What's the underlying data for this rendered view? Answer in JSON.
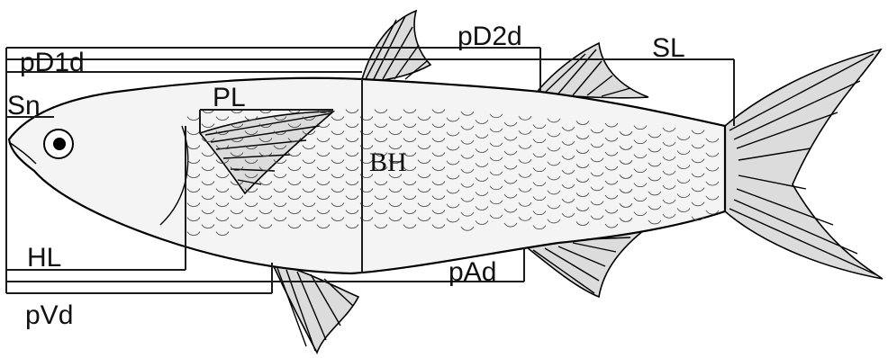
{
  "diagram": {
    "labels": {
      "pD1d": "pD1d",
      "pD2d": "pD2d",
      "SL": "SL",
      "Sn": "Sn",
      "PL": "PL",
      "BH": "BH",
      "HL": "HL",
      "pAd": "pAd",
      "pVd": "pVd"
    },
    "colors": {
      "ink": "#111111",
      "body": "#f4f4f4",
      "fin": "#dcdcdc"
    }
  }
}
